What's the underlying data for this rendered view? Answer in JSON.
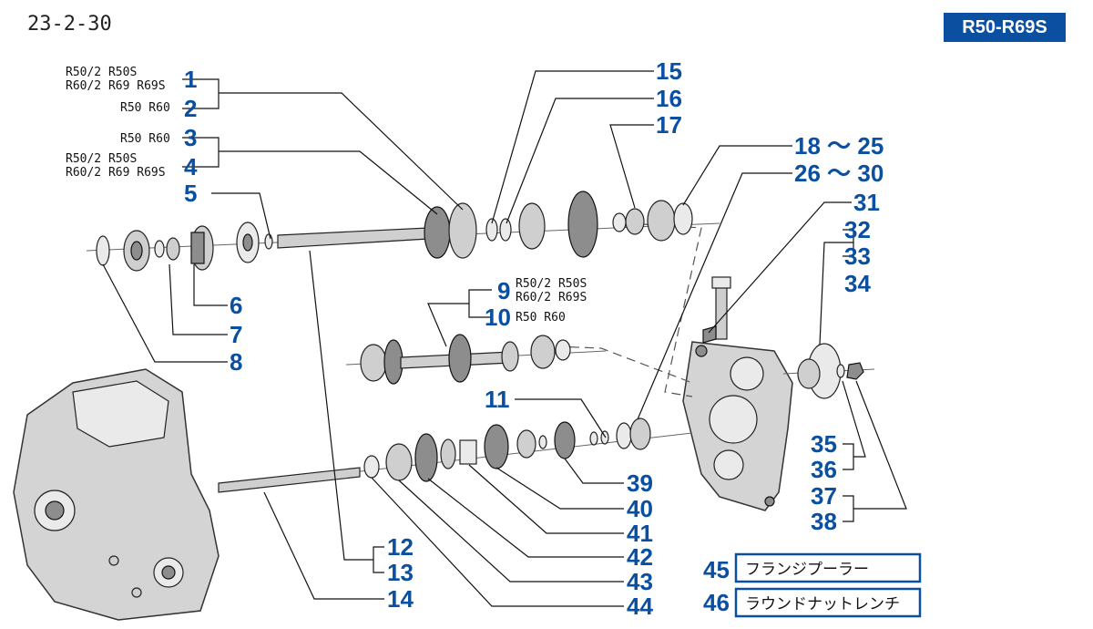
{
  "header": {
    "page_code": "23-2-30",
    "model_range": "R50-R69S"
  },
  "callouts": {
    "c1": "1",
    "c2": "2",
    "c3": "3",
    "c4": "4",
    "c5": "5",
    "c6": "6",
    "c7": "7",
    "c8": "8",
    "c9": "9",
    "c10": "10",
    "c11": "11",
    "c12": "12",
    "c13": "13",
    "c14": "14",
    "c15": "15",
    "c16": "16",
    "c17": "17",
    "c18_25": "18 〜 25",
    "c26_30": "26 〜 30",
    "c31": "31",
    "c32": "32",
    "c33": "33",
    "c34": "34",
    "c35": "35",
    "c36": "36",
    "c37": "37",
    "c38": "38",
    "c39": "39",
    "c40": "40",
    "c41": "41",
    "c42": "42",
    "c43": "43",
    "c44": "44",
    "c45": "45",
    "c46": "46"
  },
  "notes": {
    "n1a": "R50/2 R50S",
    "n1b": "R60/2 R69 R69S",
    "n2": "R50 R60",
    "n3": "R50 R60",
    "n4a": "R50/2 R50S",
    "n4b": "R60/2 R69 R69S",
    "n9a": "R50/2 R50S",
    "n9b": "R60/2 R69S",
    "n10": "R50 R60"
  },
  "tools": {
    "t45": "フランジプーラー",
    "t46": "ラウンドナットレンチ"
  }
}
